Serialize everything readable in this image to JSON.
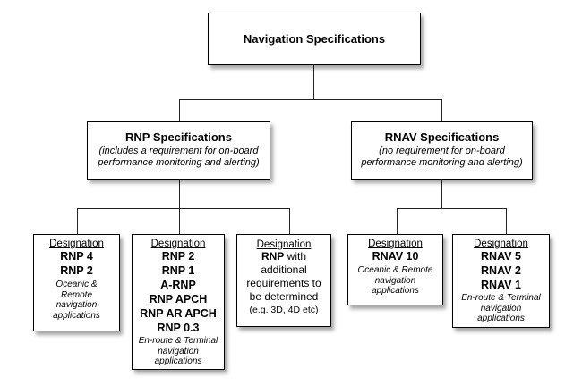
{
  "root": {
    "title": "Navigation Specifications"
  },
  "rnp": {
    "title": "RNP Specifications",
    "subtitle": "(includes a requirement for on-board performance monitoring and alerting)"
  },
  "rnav": {
    "title": "RNAV Specifications",
    "subtitle": "(no requirement for on-board performance monitoring and alerting)"
  },
  "leaves": {
    "rnp_oceanic": {
      "designation": "Designation",
      "codes": [
        "RNP 4",
        "RNP 2"
      ],
      "applications": "Oceanic & Remote navigation applications"
    },
    "rnp_enroute": {
      "designation": "Designation",
      "codes": [
        "RNP 2",
        "RNP 1",
        "A-RNP",
        "RNP APCH",
        "RNP AR APCH",
        "RNP 0.3"
      ],
      "applications": "En-route & Terminal navigation applications"
    },
    "rnp_future": {
      "designation": "Designation",
      "code": "RNP",
      "text": "with additional requirements to be determined",
      "example": "(e.g. 3D, 4D etc)"
    },
    "rnav_oceanic": {
      "designation": "Designation",
      "codes": [
        "RNAV 10"
      ],
      "applications": "Oceanic & Remote navigation applications"
    },
    "rnav_enroute": {
      "designation": "Designation",
      "codes": [
        "RNAV 5",
        "RNAV 2",
        "RNAV 1"
      ],
      "applications": "En-route & Terminal navigation applications"
    }
  }
}
